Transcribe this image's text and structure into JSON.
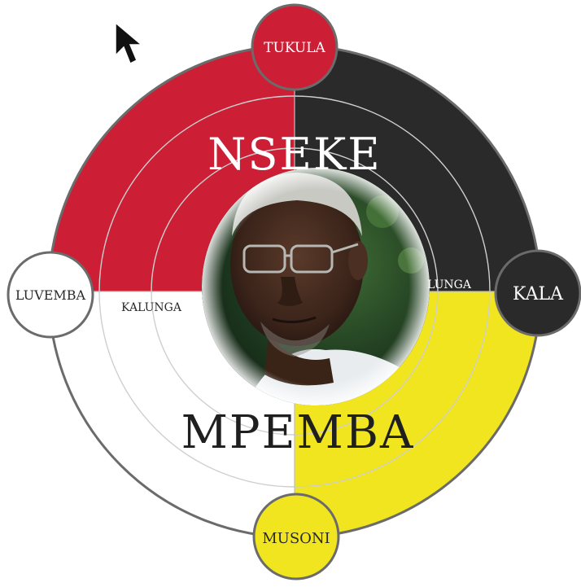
{
  "diagram": {
    "quadrants": [
      {
        "id": "top-left",
        "color": "#cc1f36"
      },
      {
        "id": "top-right",
        "color": "#2b2a2b"
      },
      {
        "id": "bottom-right",
        "color": "#f1e51f"
      },
      {
        "id": "bottom-left",
        "color": "#ffffff"
      }
    ],
    "outline_color": "#6b6b6b",
    "center_words": {
      "top": "NSEKE",
      "bottom": "MPEMBA"
    },
    "axis_labels": {
      "left": "KALUNGA",
      "right": "LUNGA"
    },
    "nodes": {
      "top": {
        "label": "TUKULA",
        "fill": "#cc1f36",
        "text_color": "#ffffff"
      },
      "right": {
        "label": "KALA",
        "fill": "#2b2a2b",
        "text_color": "#ffffff"
      },
      "bottom": {
        "label": "MUSONI",
        "fill": "#f1e51f",
        "text_color": "#2b2a2b"
      },
      "left": {
        "label": "LUVEMBA",
        "fill": "#ffffff",
        "text_color": "#2b2a2b"
      }
    },
    "portrait": {
      "subject": "elderly man with glasses"
    }
  }
}
